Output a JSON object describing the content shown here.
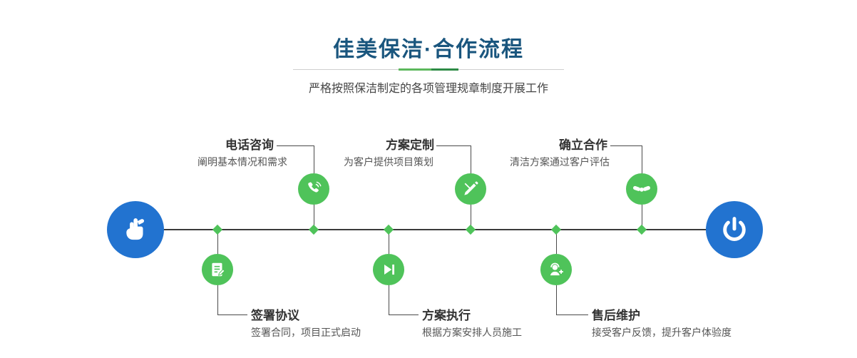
{
  "header": {
    "title": "佳美保洁·合作流程",
    "subtitle": "严格按照保洁制定的各项管理规章制度开展工作"
  },
  "timeline": {
    "start_icon": "hand-pointer-icon",
    "end_icon": "power-icon"
  },
  "steps_top": [
    {
      "title": "电话咨询",
      "desc": "阐明基本情况和需求",
      "icon": "phone-icon"
    },
    {
      "title": "方案定制",
      "desc": "为客户提供项目策划",
      "icon": "design-pencil-icon"
    },
    {
      "title": "确立合作",
      "desc": "清洁方案通过客户评估",
      "icon": "handshake-icon"
    }
  ],
  "steps_bottom": [
    {
      "title": "签署协议",
      "desc": "签署合同，项目正式启动",
      "icon": "contract-icon"
    },
    {
      "title": "方案执行",
      "desc": "根据方案安排人员施工",
      "icon": "play-execute-icon"
    },
    {
      "title": "售后维护",
      "desc": "接受客户反馈，提升客户体验度",
      "icon": "headset-support-icon"
    }
  ],
  "colors": {
    "accent_green": "#4fc35a",
    "accent_blue": "#2273d0",
    "title_blue": "#1a567e",
    "line_dark": "#3b3b3b"
  }
}
